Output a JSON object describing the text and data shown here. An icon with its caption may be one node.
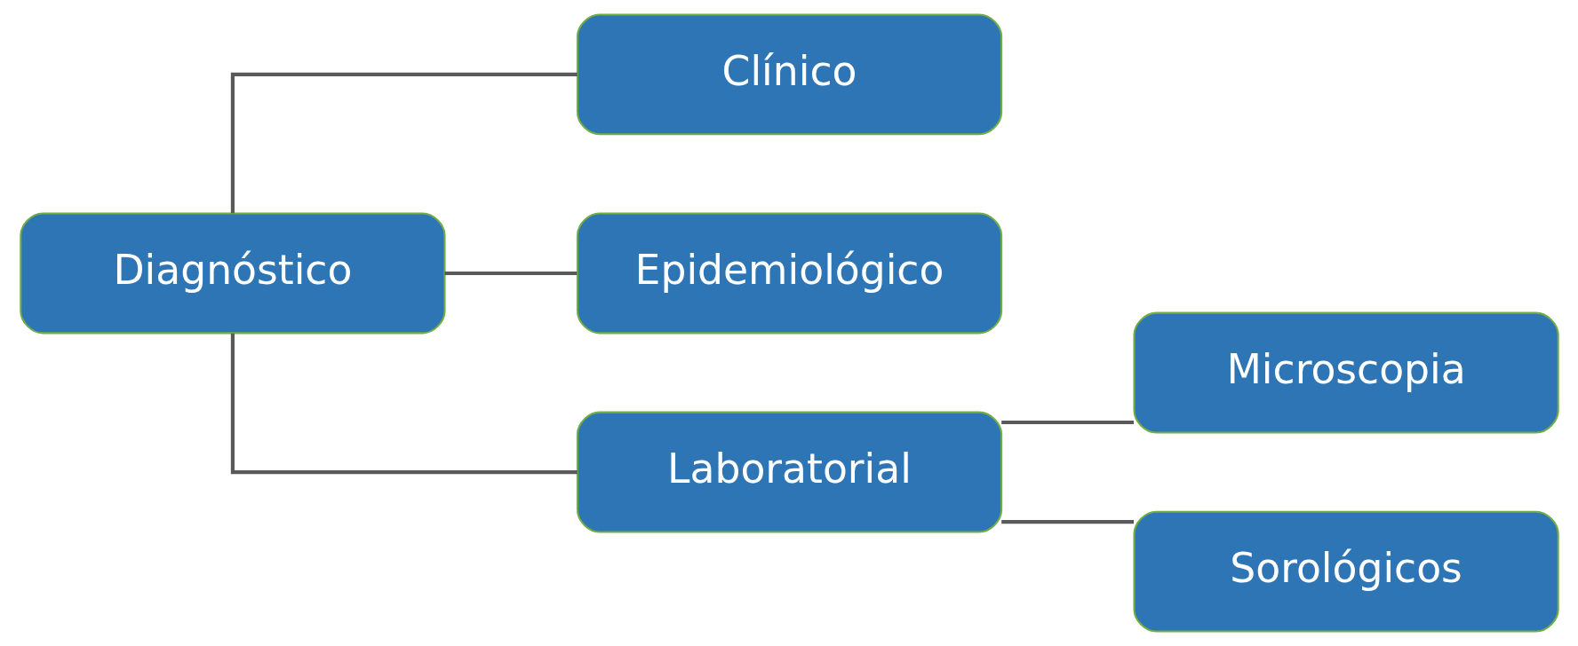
{
  "diagram": {
    "nodes": [
      {
        "text": [
          "Diagnóstico"
        ]
      },
      {
        "text": [
          "Clínico"
        ]
      },
      {
        "text": [
          "Epidemiológico"
        ]
      },
      {
        "text": [
          "Laboratorial"
        ]
      },
      {
        "text": [
          "Microscopia"
        ]
      },
      {
        "text": [
          "Sorológicos"
        ]
      }
    ],
    "edges": [
      {
        "from": 0,
        "to": 1,
        "arrow": "none"
      },
      {
        "from": 0,
        "to": 2,
        "arrow": "none"
      },
      {
        "from": 0,
        "to": 3,
        "arrow": "none"
      },
      {
        "from": 3,
        "to": 4,
        "arrow": "none"
      },
      {
        "from": 3,
        "to": 5,
        "arrow": "none"
      }
    ]
  }
}
